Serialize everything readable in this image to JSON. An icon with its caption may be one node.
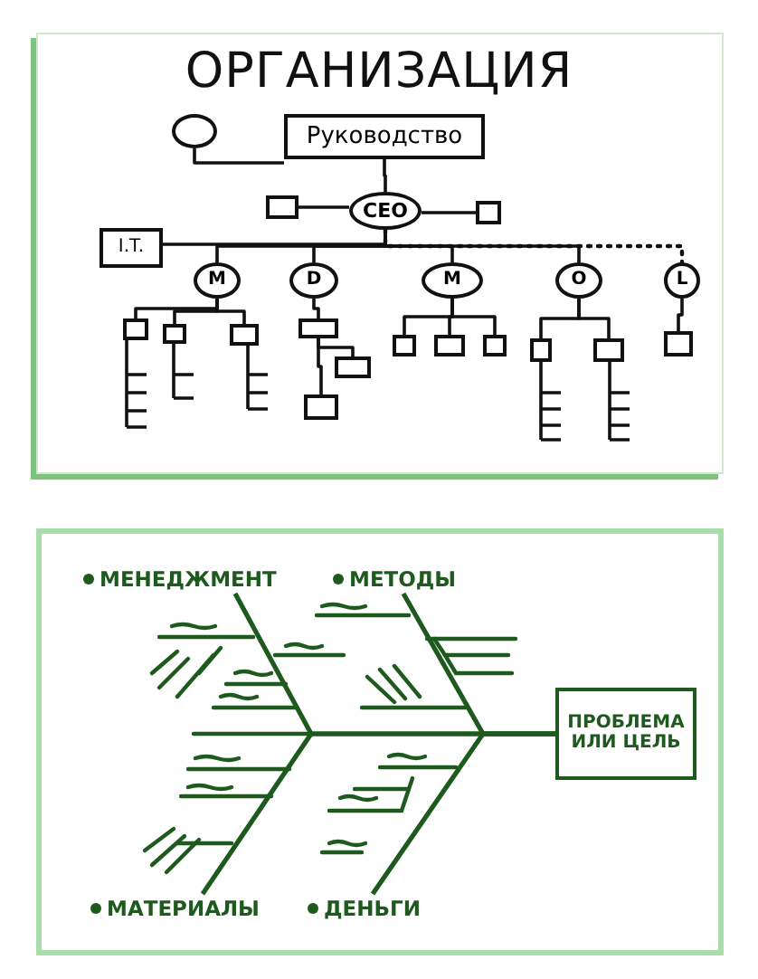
{
  "diagram": {
    "title": "ОРГАНИЗАЦИЯ",
    "nodes": [
      {
        "text": [],
        "shape": "circle"
      },
      {
        "text": [
          "Руководство"
        ]
      },
      {
        "text": [],
        "shape": "box"
      },
      {
        "text": [
          "CEO"
        ]
      },
      {
        "text": [],
        "shape": "box"
      },
      {
        "text": [
          "I.T."
        ]
      },
      {
        "text": [
          "M"
        ]
      },
      {
        "text": [
          "D"
        ]
      },
      {
        "text": [
          "M"
        ]
      },
      {
        "text": [
          "O"
        ]
      },
      {
        "text": [
          "L"
        ]
      },
      {
        "text": [],
        "shape": "box"
      },
      {
        "text": [],
        "shape": "box"
      },
      {
        "text": [],
        "shape": "box"
      },
      {
        "text": [],
        "shape": "box"
      },
      {
        "text": [],
        "shape": "box"
      },
      {
        "text": [],
        "shape": "box"
      },
      {
        "text": [],
        "shape": "box"
      },
      {
        "text": [],
        "shape": "box"
      },
      {
        "text": [],
        "shape": "box"
      },
      {
        "text": [],
        "shape": "box"
      },
      {
        "text": [],
        "shape": "box"
      },
      {
        "text": [],
        "shape": "box"
      },
      {
        "text": [
          "ПРОБЛЕМА ИЛИ ЦЕЛЬ"
        ]
      },
      {
        "text": [
          "МЕНЕДЖМЕНТ"
        ]
      },
      {
        "text": [
          "МЕТОДЫ"
        ]
      },
      {
        "text": [
          "МАТЕРИАЛЫ"
        ]
      },
      {
        "text": [
          "ДЕНЬГИ"
        ]
      }
    ],
    "edges": [
      {
        "from": 0,
        "to": 1,
        "arrow": "none"
      },
      {
        "from": 1,
        "to": 3,
        "arrow": "none"
      },
      {
        "from": 3,
        "to": 2,
        "arrow": "none"
      },
      {
        "from": 3,
        "to": 4,
        "arrow": "none"
      },
      {
        "from": 3,
        "to": 5,
        "arrow": "none"
      },
      {
        "from": 3,
        "to": 6,
        "arrow": "none"
      },
      {
        "from": 3,
        "to": 7,
        "arrow": "none"
      },
      {
        "from": 3,
        "to": 8,
        "arrow": "none"
      },
      {
        "from": 3,
        "to": 9,
        "arrow": "none"
      },
      {
        "from": 3,
        "to": 10,
        "arrow": "none",
        "style": "dashed"
      },
      {
        "from": 6,
        "to": 11,
        "arrow": "none"
      },
      {
        "from": 6,
        "to": 12,
        "arrow": "none"
      },
      {
        "from": 6,
        "to": 13,
        "arrow": "none"
      },
      {
        "from": 7,
        "to": 14,
        "arrow": "none"
      },
      {
        "from": 14,
        "to": 15,
        "arrow": "none"
      },
      {
        "from": 14,
        "to": 16,
        "arrow": "none"
      },
      {
        "from": 8,
        "to": 17,
        "arrow": "none"
      },
      {
        "from": 8,
        "to": 18,
        "arrow": "none"
      },
      {
        "from": 8,
        "to": 19,
        "arrow": "none"
      },
      {
        "from": 9,
        "to": 20,
        "arrow": "none"
      },
      {
        "from": 9,
        "to": 21,
        "arrow": "none"
      },
      {
        "from": 10,
        "to": 22,
        "arrow": "none"
      },
      {
        "from": 24,
        "to": 23,
        "arrow": "none",
        "color": "#1e5a1e"
      },
      {
        "from": 25,
        "to": 23,
        "arrow": "none",
        "color": "#1e5a1e"
      },
      {
        "from": 26,
        "to": 23,
        "arrow": "none",
        "color": "#1e5a1e"
      },
      {
        "from": 27,
        "to": 23,
        "arrow": "none",
        "color": "#1e5a1e"
      }
    ]
  }
}
